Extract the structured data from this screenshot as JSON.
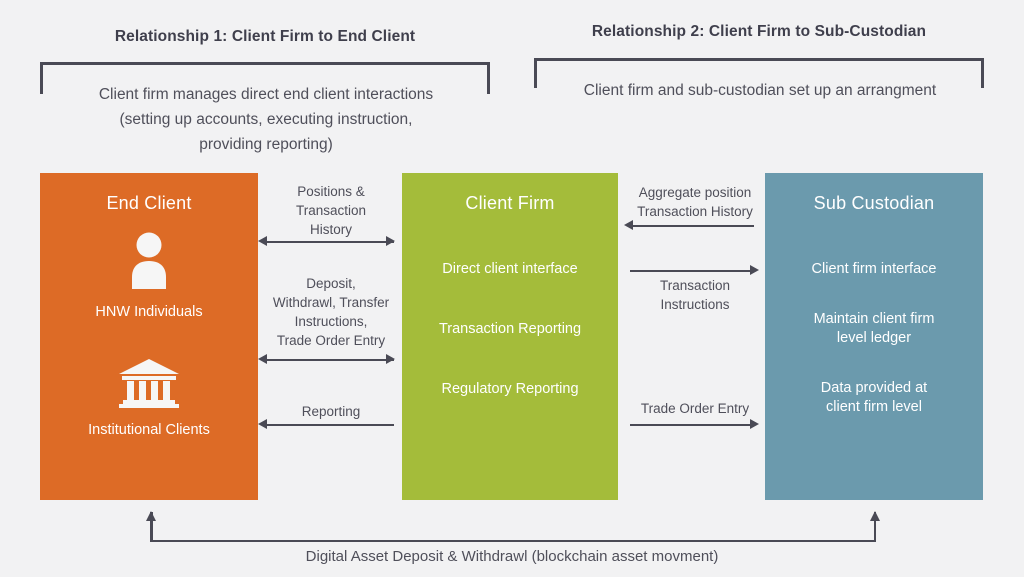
{
  "background_color": "#f2f2f3",
  "relationships": [
    {
      "title": "Relationship 1: Client Firm to End Client",
      "description": "Client firm manages direct end client interactions\n(setting up accounts, executing instruction,\nproviding reporting)"
    },
    {
      "title": "Relationship 2: Client Firm to Sub-Custodian",
      "description": "Client firm and sub-custodian set up an arrangment"
    }
  ],
  "panels": [
    {
      "id": "end-client",
      "title": "End Client",
      "color": "#dd6b26",
      "icons": [
        {
          "icon": "person-icon",
          "caption": "HNW Individuals"
        },
        {
          "icon": "bank-icon",
          "caption": "Institutional Clients"
        }
      ]
    },
    {
      "id": "client-firm",
      "title": "Client Firm",
      "color": "#a4bc3a",
      "items": [
        "Direct client interface",
        "Transaction Reporting",
        "Regulatory Reporting"
      ]
    },
    {
      "id": "sub-custodian",
      "title": "Sub Custodian",
      "color": "#6b9aad",
      "items": [
        "Client firm interface",
        "Maintain client firm\nlevel ledger",
        "Data provided at\nclient firm level"
      ]
    }
  ],
  "left_arrows": [
    {
      "label": "Positions &\nTransaction\nHistory",
      "direction": "both",
      "label_position": "above"
    },
    {
      "label": "Deposit,\nWithdrawl, Transfer\nInstructions,\nTrade Order Entry",
      "direction": "both",
      "label_position": "above"
    },
    {
      "label": "Reporting",
      "direction": "left",
      "label_position": "above"
    }
  ],
  "right_arrows": [
    {
      "label": "Aggregate position\nTransaction History",
      "direction": "left",
      "label_position": "above"
    },
    {
      "label": "Transaction\nInstructions",
      "direction": "right",
      "label_position": "below"
    },
    {
      "label": "Trade Order Entry",
      "direction": "right",
      "label_position": "above"
    }
  ],
  "bottom": {
    "label": "Digital Asset Deposit & Withdrawl (blockchain asset movment)"
  }
}
